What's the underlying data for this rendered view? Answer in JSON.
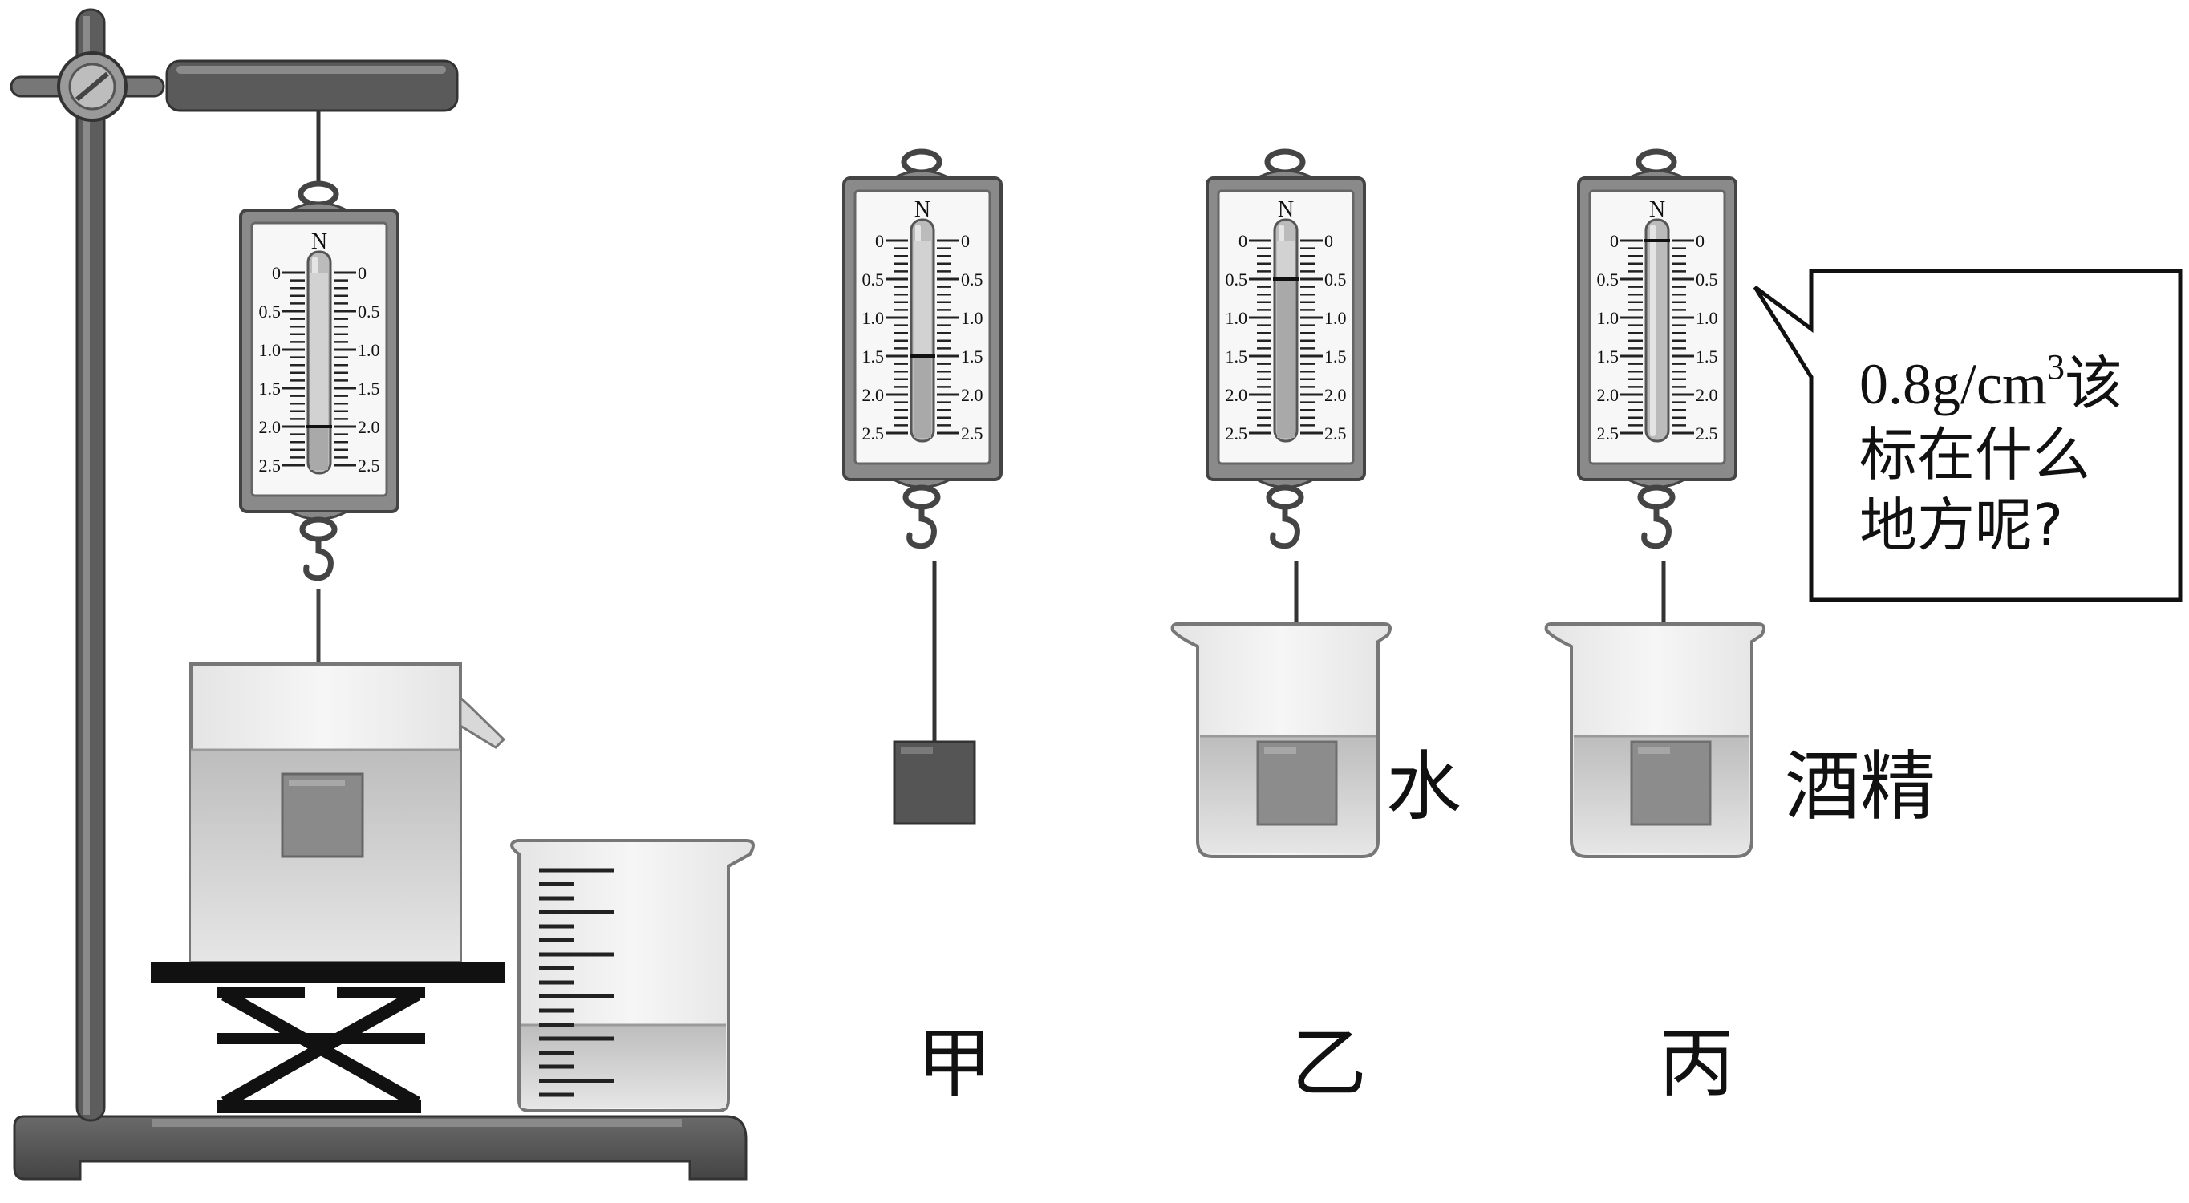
{
  "scale": {
    "unit": "N",
    "ticks_left": [
      "0",
      "0.5",
      "1.0",
      "1.5",
      "2.0",
      "2.5"
    ],
    "ticks_right": [
      "0",
      "0.5",
      "1.0",
      "1.5",
      "2.0",
      "2.5"
    ]
  },
  "readings": {
    "stand": 2.0,
    "jia": 1.5,
    "yi": 0.5,
    "bing": 0.0
  },
  "labels": {
    "jia": "甲",
    "yi": "乙",
    "bing": "丙",
    "water": "水",
    "alcohol": "酒精"
  },
  "bubble": {
    "line1_value": "0.8g/cm",
    "line1_sup": "3",
    "line1_rest": "该",
    "line2": "标在什么",
    "line3": "地方呢?"
  },
  "colors": {
    "frame": "#7a7a7a",
    "face": "#f7f7f7",
    "dark_block": "#555555",
    "mid_block": "#8c8c8c",
    "liquid": "#c9c9c9",
    "glass": "#efefef"
  }
}
